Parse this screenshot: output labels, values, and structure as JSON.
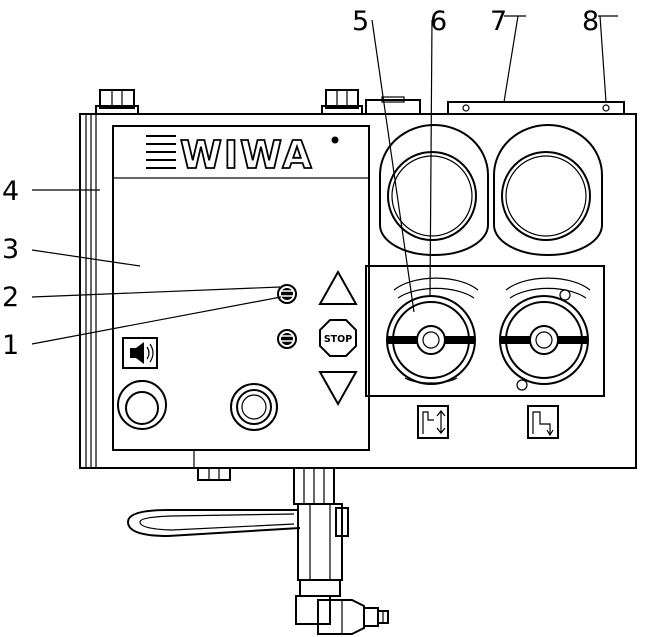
{
  "callouts": [
    {
      "id": "c1",
      "label": "1"
    },
    {
      "id": "c2",
      "label": "2"
    },
    {
      "id": "c3",
      "label": "3"
    },
    {
      "id": "c4",
      "label": "4"
    },
    {
      "id": "c5",
      "label": "5"
    },
    {
      "id": "c6",
      "label": "6"
    },
    {
      "id": "c7",
      "label": "7"
    },
    {
      "id": "c8",
      "label": "8"
    }
  ],
  "panel": {
    "brand": "WIWA",
    "stop_label": "STOP"
  },
  "icons": {
    "speaker": "speaker-icon",
    "pressure_left": "pump-up-down-icon",
    "pressure_right": "pump-flow-icon"
  }
}
